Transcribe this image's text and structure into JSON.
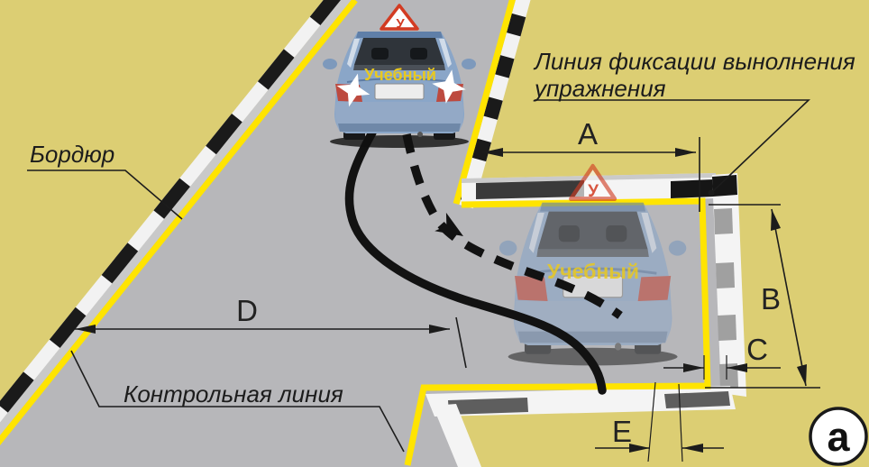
{
  "figure": {
    "variant_marker": "а",
    "labels": {
      "curb": "Бордюр",
      "fixation_line_1": "Линия фиксации вынолнения",
      "fixation_line_2": "упражнения",
      "control_line": "Контрольная линия"
    },
    "dimensions": {
      "a": "A",
      "b": "B",
      "c": "C",
      "d": "D",
      "e": "E"
    },
    "car": {
      "badge": "Учебный",
      "sign_letter": "У"
    },
    "colors": {
      "background": "#DCCE73",
      "road": "#B7B7BA",
      "marking_yellow": "#FFE400",
      "curb_white": "#F4F4F4",
      "curb_black": "#1A1A1A",
      "car_body_blue": "#8AA6C8",
      "badge_yellow": "#E9C91F",
      "sign_red": "#D23B22",
      "line_black": "#1C1C1C"
    }
  }
}
